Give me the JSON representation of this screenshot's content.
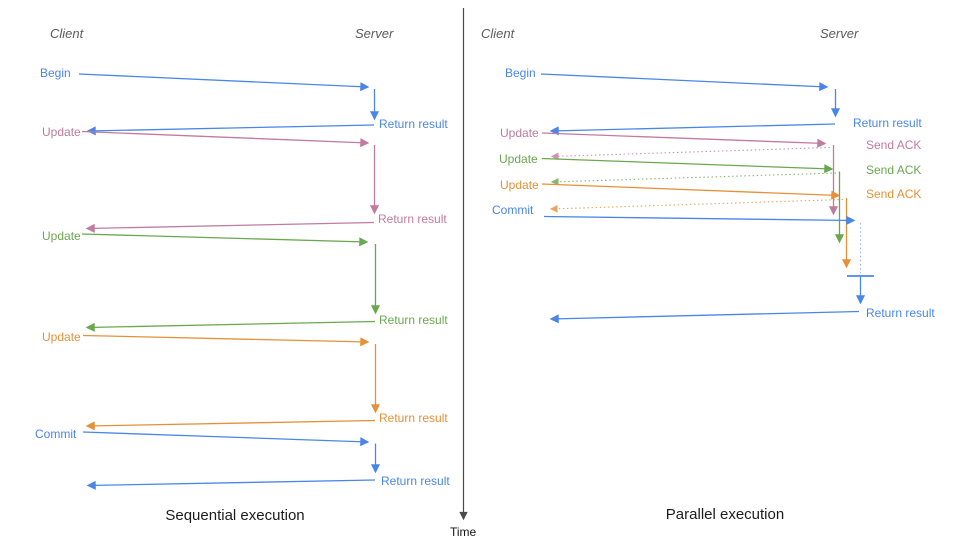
{
  "colors": {
    "blue": "#4a86e8",
    "pink": "#c27ba0",
    "green": "#6aa84f",
    "orange": "#e69138",
    "axis": "#4a4a4a",
    "heading_gray": "#5b5b5b"
  },
  "sequential": {
    "client": "Client",
    "server": "Server",
    "caption": "Sequential execution",
    "steps": [
      {
        "label": "Begin",
        "color": "blue",
        "response": "Return result"
      },
      {
        "label": "Update",
        "color": "pink",
        "response": "Return result"
      },
      {
        "label": "Update",
        "color": "green",
        "response": "Return result"
      },
      {
        "label": "Update",
        "color": "orange",
        "response": "Return result"
      },
      {
        "label": "Commit",
        "color": "blue",
        "response": "Return result"
      }
    ]
  },
  "parallel": {
    "client": "Client",
    "server": "Server",
    "caption": "Parallel execution",
    "steps": [
      {
        "label": "Begin",
        "color": "blue",
        "response": "Return result"
      },
      {
        "label": "Update",
        "color": "pink",
        "response": "Send ACK"
      },
      {
        "label": "Update",
        "color": "green",
        "response": "Send ACK"
      },
      {
        "label": "Update",
        "color": "orange",
        "response": "Send ACK"
      },
      {
        "label": "Commit",
        "color": "blue",
        "response": "Return result"
      }
    ]
  },
  "time_axis": {
    "label": "Time"
  }
}
